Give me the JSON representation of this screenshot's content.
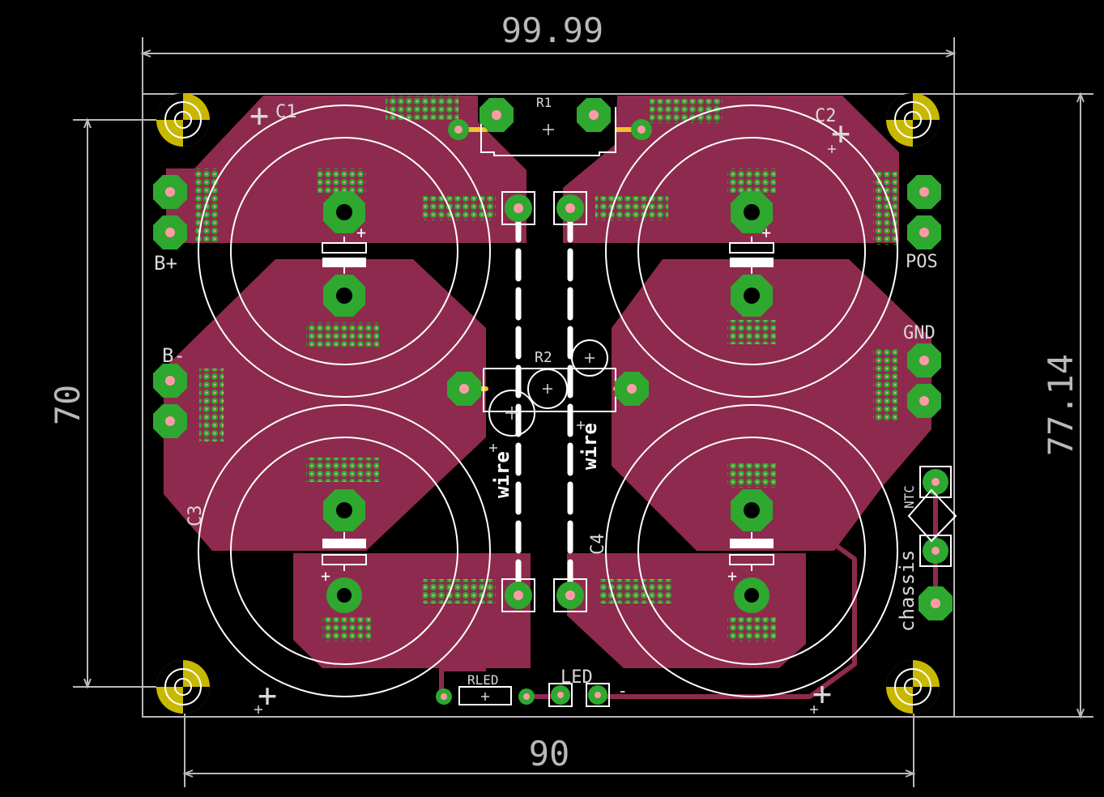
{
  "colors": {
    "background": "#000000",
    "copper": "#8e2a4e",
    "pad": "#2ea82e",
    "via": "#2ea82e",
    "drill_mark": "#ff9aa6",
    "silkscreen": "#ffffff",
    "dimension": "#b9b9b9",
    "outline": "#b9b9b9",
    "mount_hole": "#c9b800"
  },
  "dimensions": {
    "top": "99.99",
    "bottom": "90",
    "left": "70",
    "right": "77.14"
  },
  "labels": {
    "c1": "C1",
    "c2": "C2",
    "c3": "C3",
    "c4": "C4",
    "r1": "R1",
    "r2": "R2",
    "rled": "RLED",
    "led": "LED",
    "bplus": "B+",
    "bminus": "B-",
    "pos": "POS",
    "gnd": "GND",
    "ntc": "NTC",
    "chassis": "chassis",
    "wire_left": "wire",
    "wire_right": "wire",
    "plus": "+",
    "minus": "-"
  },
  "icons": [
    "mounting-hole-icon",
    "capacitor-symbol-icon",
    "pad-icon",
    "via-icon"
  ]
}
